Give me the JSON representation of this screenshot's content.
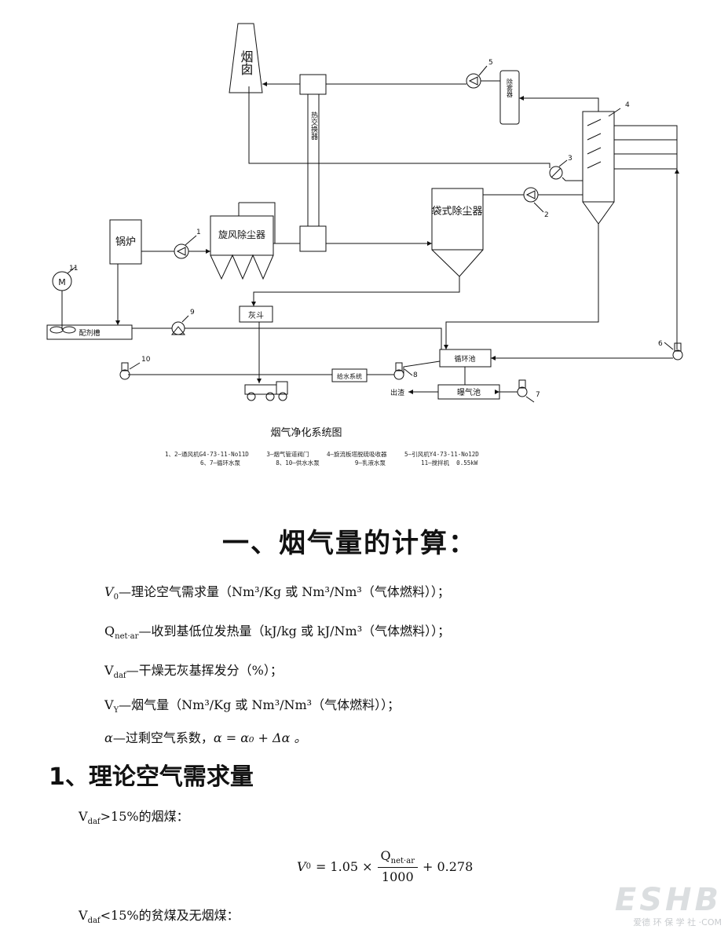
{
  "diagram": {
    "labels": {
      "chimney": "烟囱",
      "heat_exchanger": "热交换器",
      "demister": "除雾器",
      "baghouse": "袋式除尘器",
      "boiler": "锅炉",
      "cyclone": "旋风除尘器",
      "ash_hopper": "灰斗",
      "mixing_tank": "配剂槽",
      "circulation_pool": "循环池",
      "water_supply": "给水系统",
      "aeration_pool": "曝气池",
      "slag_out": "出渣",
      "motor": "M"
    },
    "numbers": [
      "1",
      "2",
      "3",
      "4",
      "5",
      "6",
      "7",
      "8",
      "9",
      "10",
      "11"
    ],
    "caption": "烟气净化系统图",
    "legend_row1": "1、2—通风机G4-73-11-No11D     3—烟气管道阀门     4—旋流板塔脱硫吸收器     5—引风机Y4-73-11-No12D",
    "legend_row2": "6、7—循环水泵          8、10—供水水泵          9—乳液水泵          11—搅拌机  0.55kW"
  },
  "heading1": "一、烟气量的计算：",
  "definitions": {
    "v0_sym": "V",
    "v0_sub": "0",
    "v0_text": "—理论空气需求量（Nm³/Kg 或 Nm³/Nm³（气体燃料））；",
    "q_sym": "Q",
    "q_sub": "net·ar",
    "q_text": "—收到基低位发热量（kJ/kg 或 kJ/Nm³（气体燃料））；",
    "vdaf_sym": "V",
    "vdaf_sub": "daf",
    "vdaf_text": "—干燥无灰基挥发分（%）；",
    "vy_sym": "V",
    "vy_sub": "Y",
    "vy_text": "—烟气量（Nm³/Kg 或 Nm³/Nm³（气体燃料））；",
    "alpha_sym": "α",
    "alpha_text": "—过剩空气系数，",
    "alpha_eq": "α = α₀ + Δα 。"
  },
  "heading2": "1、理论空气需求量",
  "condition1": {
    "sym": "V",
    "sub": "daf",
    "text": ">15%的烟煤："
  },
  "formula": {
    "lhs": "V",
    "lhs_sub": "0",
    "eq": "= 1.05 ×",
    "num": "Q",
    "num_sub": "net·ar",
    "den": "1000",
    "rhs": "+ 0.278"
  },
  "condition2": {
    "sym": "V",
    "sub": "daf",
    "text": "<15%的贫煤及无烟煤："
  },
  "watermark": {
    "big": "ESHB",
    "small": "爱德  环 保 学 社 ·COM"
  }
}
